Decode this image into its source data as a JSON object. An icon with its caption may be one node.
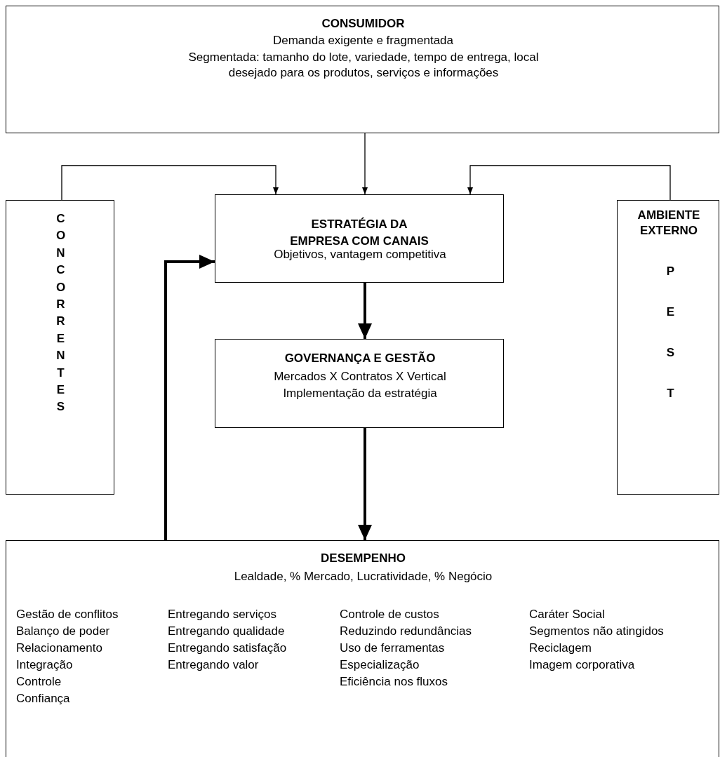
{
  "diagram": {
    "nodes": [
      {
        "text": [
          "CONSUMIDOR",
          "Demanda exigente e fragmentada",
          "Segmentada: tamanho do lote, variedade, tempo de entrega, local desejado para os produtos, serviços e informações"
        ]
      },
      {
        "text": [
          "CONCORRENTES"
        ]
      },
      {
        "text": [
          "ESTRATÉGIA DA EMPRESA COM CANAIS",
          "Objetivos, vantagem competitiva"
        ]
      },
      {
        "text": [
          "AMBIENTE EXTERNO",
          "PEST"
        ]
      },
      {
        "text": [
          "GOVERNANÇA E GESTÃO",
          "Mercados X Contratos X Vertical",
          "Implementação da estratégia"
        ]
      },
      {
        "text": [
          "DESEMPENHO",
          "Lealdade, % Mercado, Lucratividade, % Negócio",
          "Gestão de conflitos",
          "Balanço de poder",
          "Relacionamento",
          "Integração",
          "Controle",
          "Confiança",
          "Entregando serviços",
          "Entregando qualidade",
          "Entregando satisfação",
          "Entregando valor",
          "Controle de custos",
          "Reduzindo redundâncias",
          "Uso de ferramentas",
          "Especialização",
          "Eficiência nos fluxos",
          "Caráter Social",
          "Segmentos não atingidos",
          "Reciclagem",
          "Imagem corporativa"
        ]
      }
    ],
    "edges": [
      {
        "from": 0,
        "to": 2,
        "arrow": "to"
      },
      {
        "from": 1,
        "to": 2,
        "arrow": "to"
      },
      {
        "from": 3,
        "to": 2,
        "arrow": "to"
      },
      {
        "from": 2,
        "to": 4,
        "arrow": "to",
        "style": "thick"
      },
      {
        "from": 4,
        "to": 5,
        "arrow": "to",
        "style": "thick"
      },
      {
        "from": 5,
        "to": 2,
        "arrow": "to",
        "style": "thick"
      }
    ]
  }
}
